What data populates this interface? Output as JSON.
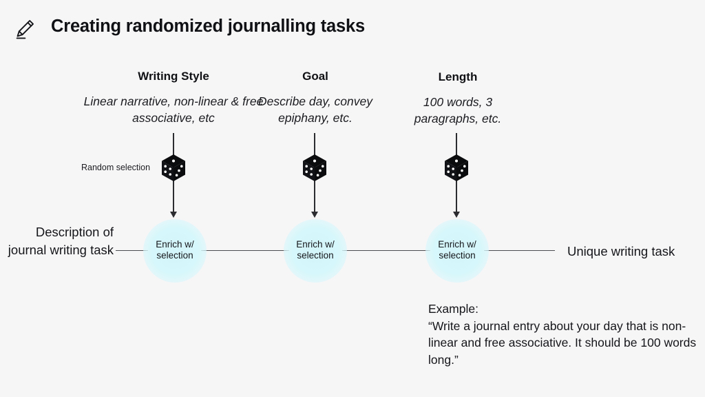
{
  "header": {
    "icon": "pencil-icon",
    "title": "Creating randomized journalling tasks"
  },
  "columns": [
    {
      "title": "Writing Style",
      "description": "Linear narrative, non-linear & free associative, etc",
      "dice_icon": "dice-icon"
    },
    {
      "title": "Goal",
      "description": "Describe day, convey epiphany, etc.",
      "dice_icon": "dice-icon"
    },
    {
      "title": "Length",
      "description": "100 words, 3 paragraphs, etc.",
      "dice_icon": "dice-icon"
    }
  ],
  "annotations": {
    "random_selection": "Random selection"
  },
  "pipeline": {
    "input_label": "Description of journal writing task",
    "output_label": "Unique writing task",
    "nodes": [
      {
        "label": "Enrich w/ selection"
      },
      {
        "label": "Enrich w/ selection"
      },
      {
        "label": "Enrich w/ selection"
      }
    ]
  },
  "example": {
    "heading": "Example:",
    "text": "“Write a journal entry about your day that is non-linear and free associative. It should be 100 words long.”"
  },
  "colors": {
    "background": "#f7f6f7",
    "text": "#15161a",
    "node_fill": "#d6f7fb",
    "line": "#4b4c50",
    "dice": "#0b0c0e"
  }
}
